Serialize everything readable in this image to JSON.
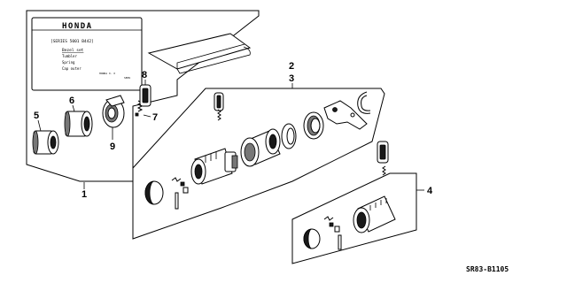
{
  "diagram_code": "SR83-B1105",
  "label_card": {
    "brand": "HONDA",
    "series_line": "[SERIES 5001 B442]",
    "heading": "Bezel set",
    "lines": [
      "Tumbler",
      "Spring",
      "Cap outer"
    ],
    "note_1": "HONDA X. X",
    "note_2": "SERV"
  },
  "callouts": {
    "c1": "1",
    "c2": "2",
    "c3": "3",
    "c4": "4",
    "c5": "5",
    "c6": "6",
    "c7": "7",
    "c8": "8",
    "c9": "9"
  }
}
